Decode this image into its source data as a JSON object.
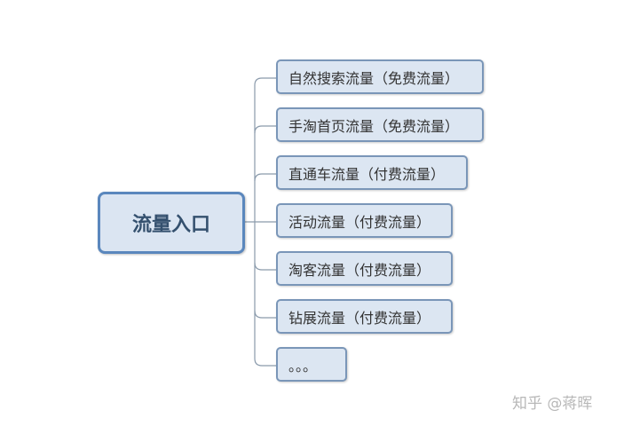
{
  "root": {
    "label": "流量入口"
  },
  "children": [
    {
      "label": "自然搜索流量（免费流量）"
    },
    {
      "label": "手淘首页流量（免费流量）"
    },
    {
      "label": "直通车流量（付费流量）"
    },
    {
      "label": "活动流量（付费流量）"
    },
    {
      "label": "淘客流量（付费流量）"
    },
    {
      "label": "钻展流量（付费流量）"
    },
    {
      "label": "。。。"
    }
  ],
  "watermark": "知乎 @蒋晖",
  "colors": {
    "root_border": "#5a87bd",
    "node_border": "#7a96b8",
    "node_fill": "#dce6f2",
    "line": "#8a9aab"
  }
}
